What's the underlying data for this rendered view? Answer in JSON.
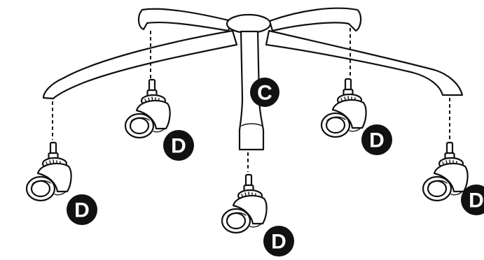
{
  "labels": {
    "base_post": "C",
    "caster_1": "D",
    "caster_2": "D",
    "caster_3": "D",
    "caster_4": "D",
    "caster_5": "D"
  },
  "colors": {
    "line": "#111111",
    "badge_fill": "#111111",
    "badge_text": "#ffffff",
    "background": "#ffffff"
  }
}
